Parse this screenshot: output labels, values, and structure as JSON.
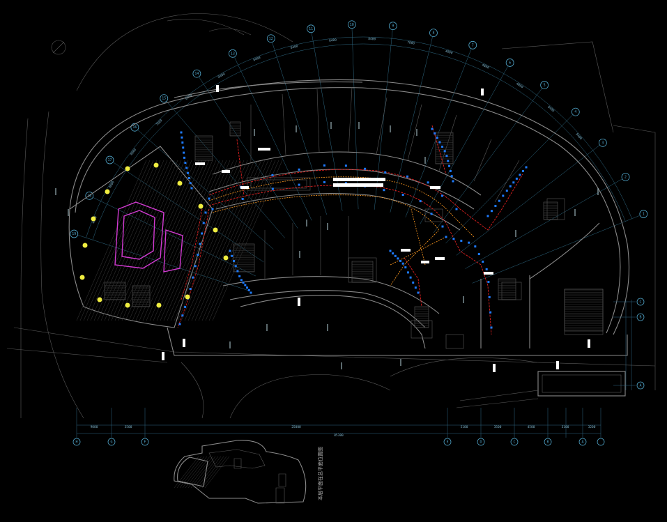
{
  "drawing": {
    "colors": {
      "background": "#000000",
      "grid": "#4fa3c7",
      "walls": "#8a8a8a",
      "cable_primary": "#e02020",
      "cable_secondary": "#ff9a20",
      "devices": "#1e7bff",
      "lamps": "#f0ee40",
      "atrium_outline": "#d23ad2"
    },
    "radial_axes": [
      "19",
      "18",
      "17",
      "16",
      "15",
      "14",
      "13",
      "12",
      "11",
      "10",
      "9",
      "8",
      "7",
      "6",
      "5",
      "4",
      "3",
      "2",
      "1"
    ],
    "radial_dims": [
      "4800",
      "4800",
      "4800",
      "7800",
      "8400",
      "8400",
      "8400",
      "8400",
      "8400",
      "8400",
      "7800",
      "4800",
      "4800",
      "4800",
      "8400",
      "8400"
    ],
    "bottom_axes": [
      "H",
      "G",
      "F",
      "E",
      "D",
      "C",
      "B",
      "A"
    ],
    "bottom_dims": [
      "9000",
      "3500",
      "25000",
      "5100",
      "3500",
      "4500",
      "3100",
      "3200"
    ],
    "bottom_total": "85300",
    "right_axes": [
      "C",
      "B",
      "A"
    ],
    "key_plan_label": "本层平面在总平面位置图"
  }
}
